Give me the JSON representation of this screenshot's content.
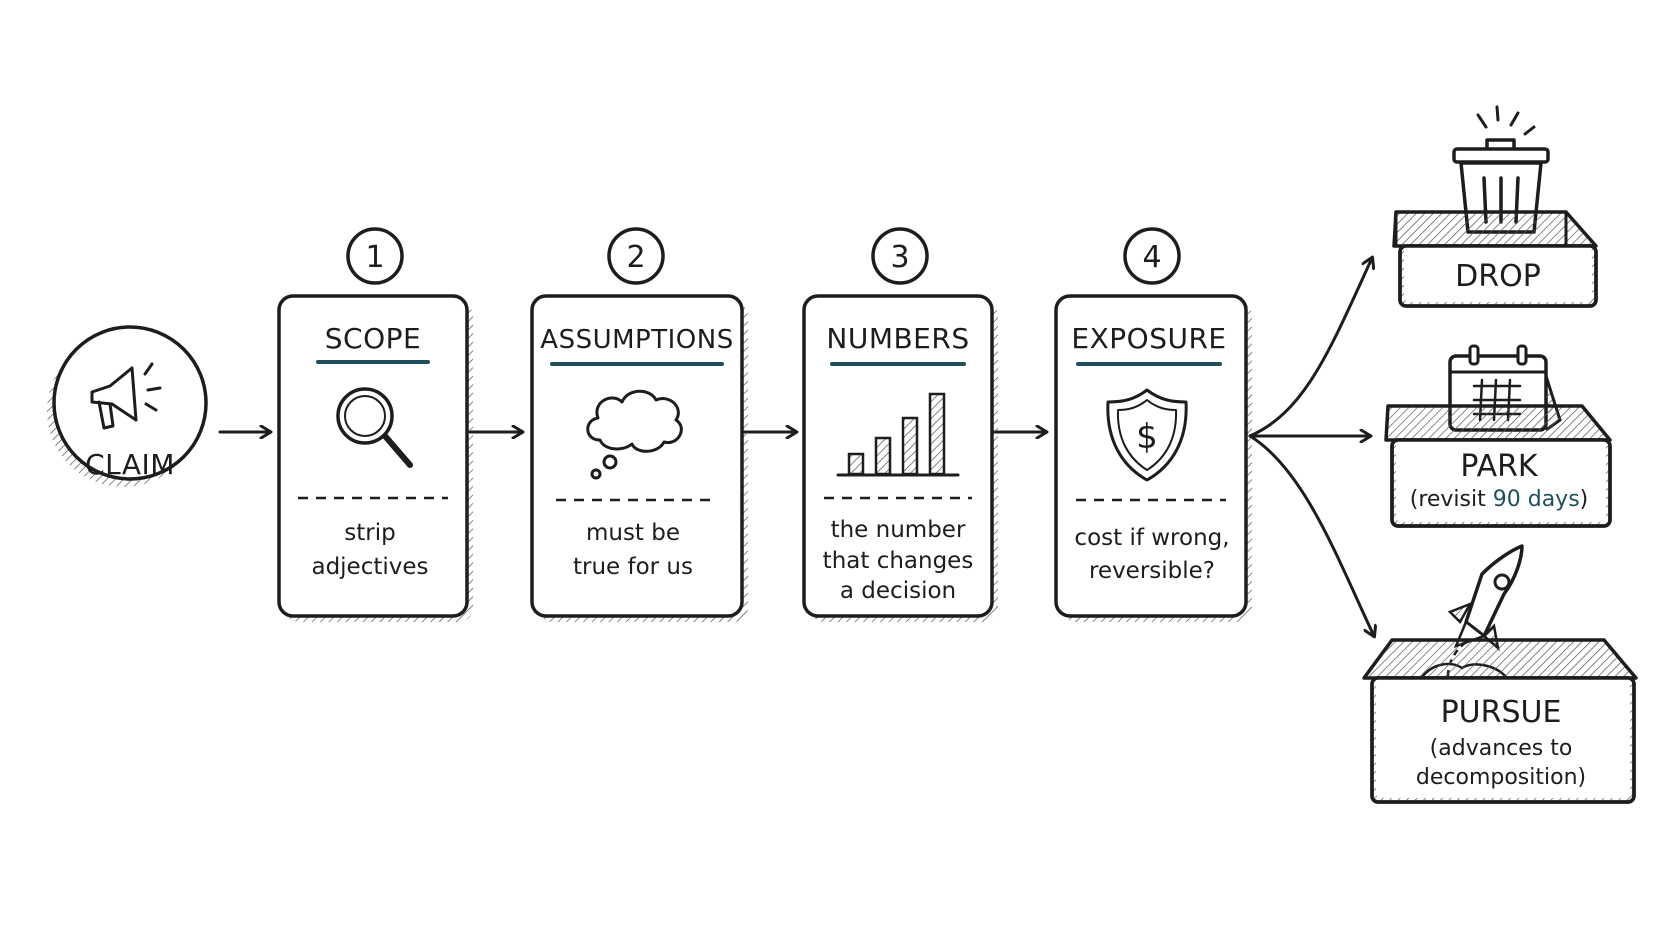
{
  "colors": {
    "ink": "#1d1d1d",
    "accent": "#1f4f5c",
    "background": "#ffffff"
  },
  "claim": {
    "label": "CLAIM",
    "icon": "megaphone-icon"
  },
  "steps": [
    {
      "number": "1",
      "title": "SCOPE",
      "icon": "magnifying-glass-icon",
      "lines": [
        "strip",
        "adjectives"
      ]
    },
    {
      "number": "2",
      "title": "ASSUMPTIONS",
      "icon": "thought-cloud-icon",
      "lines": [
        "must be",
        "true for us"
      ]
    },
    {
      "number": "3",
      "title": "NUMBERS",
      "icon": "bar-chart-icon",
      "lines": [
        "the number",
        "that changes",
        "a decision"
      ]
    },
    {
      "number": "4",
      "title": "EXPOSURE",
      "icon": "dollar-shield-icon",
      "lines": [
        "cost if wrong,",
        "reversible?"
      ]
    }
  ],
  "outcomes": {
    "drop": {
      "title": "DROP",
      "icon": "trash-can-icon"
    },
    "park": {
      "title": "PARK",
      "sub_prefix": "(revisit ",
      "sub_highlight": "90 days",
      "sub_suffix": ")",
      "icon": "calendar-icon"
    },
    "pursue": {
      "title": "PURSUE",
      "lines": [
        "(advances to",
        "decomposition)"
      ],
      "icon": "rocket-icon"
    }
  }
}
